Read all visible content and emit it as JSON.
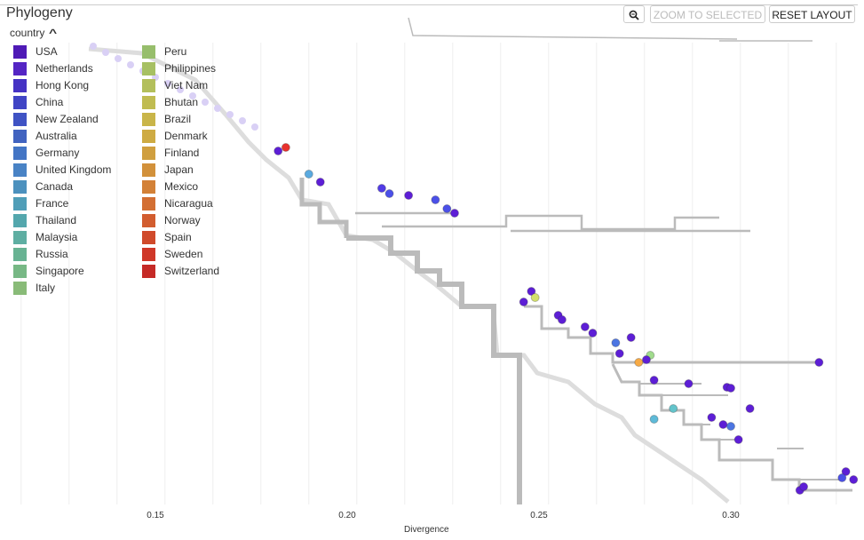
{
  "header": {
    "title": "Phylogeny",
    "zoom_selected_label": "ZOOM TO SELECTED",
    "reset_layout_label": "RESET LAYOUT"
  },
  "legend": {
    "title": "country",
    "items": [
      {
        "label": "USA",
        "color": "#5d1ed6"
      },
      {
        "label": "Netherlands",
        "color": "#632ce6"
      },
      {
        "label": "Hong Kong",
        "color": "#513be6"
      },
      {
        "label": "China",
        "color": "#4b50e8"
      },
      {
        "label": "New Zealand",
        "color": "#4a62e6"
      },
      {
        "label": "Australia",
        "color": "#4c75e2"
      },
      {
        "label": "Germany",
        "color": "#4f8ae8"
      },
      {
        "label": "United Kingdom",
        "color": "#569ae8"
      },
      {
        "label": "Canada",
        "color": "#5aaae0"
      },
      {
        "label": "France",
        "color": "#5ebad8"
      },
      {
        "label": "Thailand",
        "color": "#63c4cb"
      },
      {
        "label": "Malaysia",
        "color": "#6ecdbf"
      },
      {
        "label": "Russia",
        "color": "#7ad3ad"
      },
      {
        "label": "Singapore",
        "color": "#8cd89d"
      },
      {
        "label": "Italy",
        "color": "#a1dc8d"
      },
      {
        "label": "Peru",
        "color": "#b2e07f"
      },
      {
        "label": "Philippines",
        "color": "#c4e275"
      },
      {
        "label": "Viet Nam",
        "color": "#d3e16b"
      },
      {
        "label": "Bhutan",
        "color": "#e2dd5f"
      },
      {
        "label": "Brazil",
        "color": "#ecd556"
      },
      {
        "label": "Denmark",
        "color": "#f2c94f"
      },
      {
        "label": "Finland",
        "color": "#f5bb4a"
      },
      {
        "label": "Japan",
        "color": "#f7aa45"
      },
      {
        "label": "Mexico",
        "color": "#f89841"
      },
      {
        "label": "Nicaragua",
        "color": "#f8833c"
      },
      {
        "label": "Norway",
        "color": "#f76d37"
      },
      {
        "label": "Spain",
        "color": "#f55733"
      },
      {
        "label": "Sweden",
        "color": "#f3412f"
      },
      {
        "label": "Switzerland",
        "color": "#e8312d"
      }
    ]
  },
  "chart_data": {
    "type": "phylogenetic-tree",
    "xlabel": "Divergence",
    "x_ticks": [
      "0.15",
      "0.20",
      "0.25",
      "0.30"
    ],
    "xlim": [
      0.11,
      0.335
    ],
    "grid": true,
    "tips": [
      {
        "x": 0.255,
        "color": "#5d1ed6"
      },
      {
        "x": 0.256,
        "color": "#5d1ed6"
      },
      {
        "x": 0.262,
        "color": "#5d1ed6"
      },
      {
        "x": 0.264,
        "color": "#5d1ed6"
      },
      {
        "x": 0.27,
        "color": "#4c75e2"
      },
      {
        "x": 0.274,
        "color": "#5d1ed6"
      },
      {
        "x": 0.279,
        "color": "#a1dc8d"
      },
      {
        "x": 0.276,
        "color": "#f7aa45"
      },
      {
        "x": 0.278,
        "color": "#5d1ed6"
      },
      {
        "x": 0.289,
        "color": "#5d1ed6"
      },
      {
        "x": 0.299,
        "color": "#5d1ed6"
      },
      {
        "x": 0.3,
        "color": "#5d1ed6"
      },
      {
        "x": 0.323,
        "color": "#5d1ed6"
      },
      {
        "x": 0.305,
        "color": "#5d1ed6"
      },
      {
        "x": 0.271,
        "color": "#5d1ed6"
      },
      {
        "x": 0.28,
        "color": "#5d1ed6"
      },
      {
        "x": 0.295,
        "color": "#5d1ed6"
      },
      {
        "x": 0.298,
        "color": "#5d1ed6"
      },
      {
        "x": 0.3,
        "color": "#4c75e2"
      },
      {
        "x": 0.302,
        "color": "#5d1ed6"
      },
      {
        "x": 0.28,
        "color": "#5ebad8"
      },
      {
        "x": 0.285,
        "color": "#63c4cb"
      },
      {
        "x": 0.226,
        "color": "#4b50e8"
      },
      {
        "x": 0.228,
        "color": "#5d1ed6"
      },
      {
        "x": 0.223,
        "color": "#4b50e8"
      },
      {
        "x": 0.216,
        "color": "#5d1ed6"
      },
      {
        "x": 0.211,
        "color": "#4b50e8"
      },
      {
        "x": 0.209,
        "color": "#513be6"
      },
      {
        "x": 0.193,
        "color": "#5d1ed6"
      },
      {
        "x": 0.19,
        "color": "#5aaae0"
      },
      {
        "x": 0.184,
        "color": "#e8312d"
      },
      {
        "x": 0.182,
        "color": "#5d1ed6"
      },
      {
        "x": 0.248,
        "color": "#5d1ed6"
      },
      {
        "x": 0.249,
        "color": "#d3e16b"
      },
      {
        "x": 0.246,
        "color": "#5d1ed6"
      },
      {
        "x": 0.33,
        "color": "#5d1ed6"
      },
      {
        "x": 0.332,
        "color": "#5d1ed6"
      },
      {
        "x": 0.329,
        "color": "#4b50e8"
      },
      {
        "x": 0.318,
        "color": "#5d1ed6"
      },
      {
        "x": 0.319,
        "color": "#5d1ed6"
      }
    ]
  }
}
